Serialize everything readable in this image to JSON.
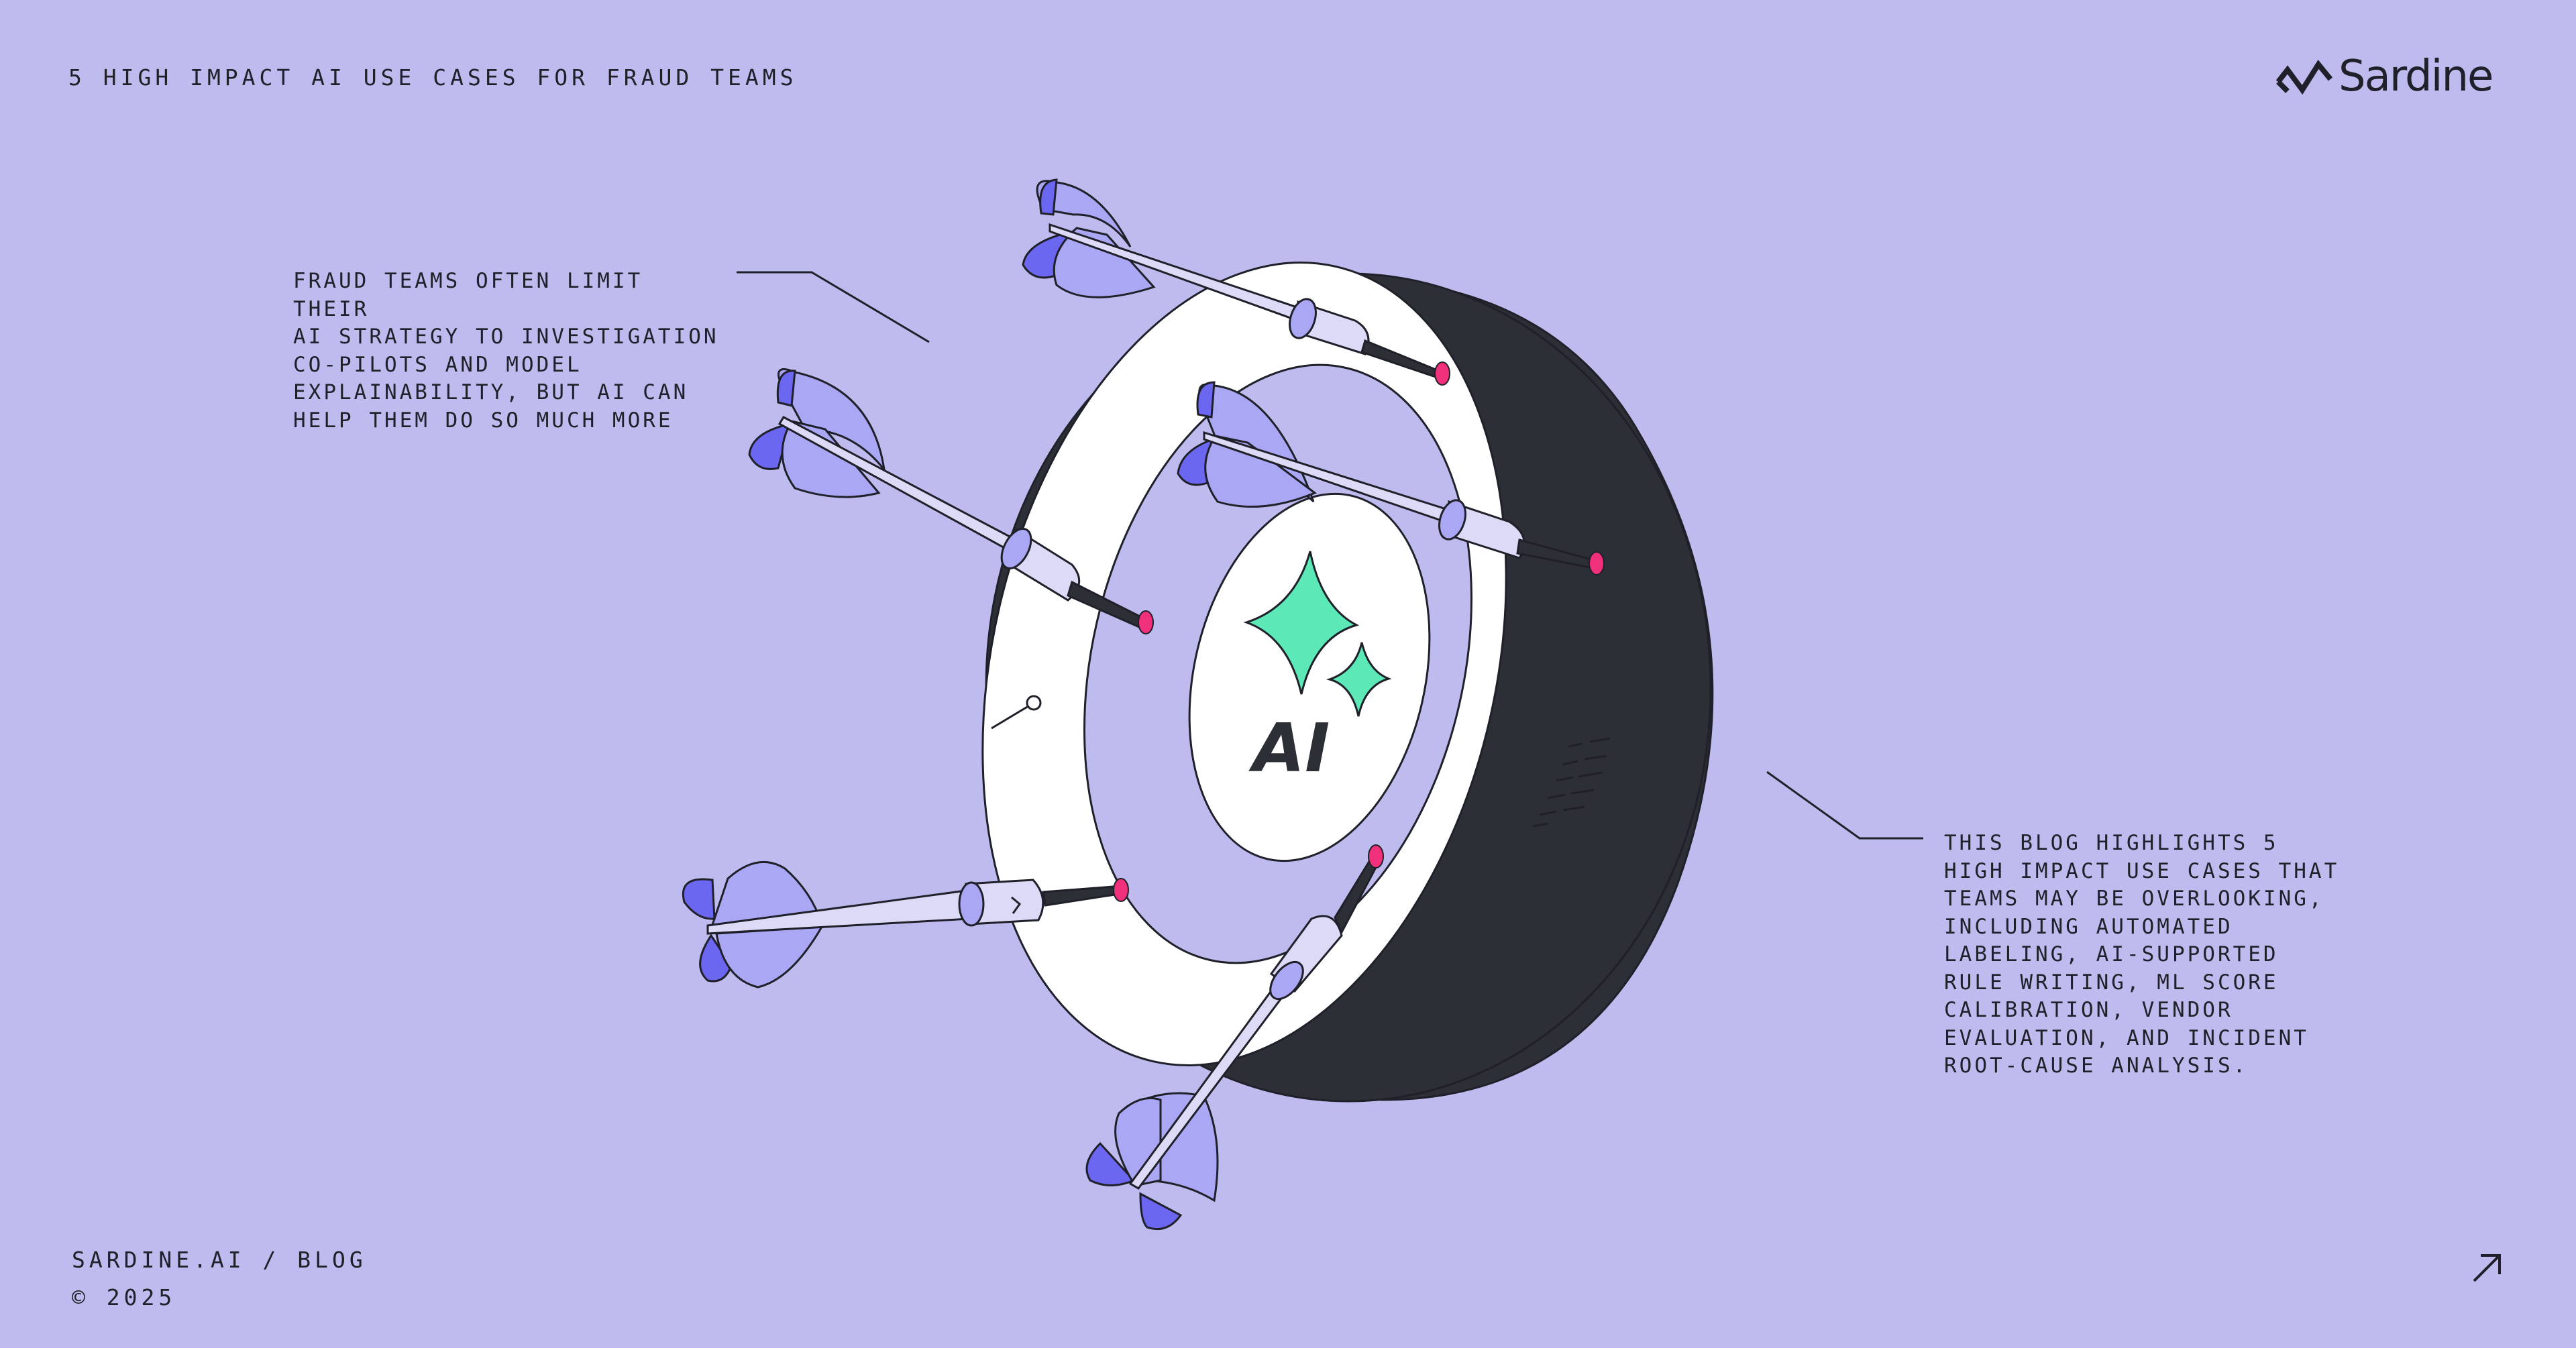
{
  "header": {
    "title": "5 HIGH IMPACT AI USE CASES FOR FRAUD TEAMS"
  },
  "logo": {
    "text": "Sardine",
    "icon": "sardine-logo-icon"
  },
  "callout_left": {
    "lines": [
      "FRAUD TEAMS OFTEN LIMIT THEIR",
      "AI STRATEGY TO INVESTIGATION",
      "CO-PILOTS AND MODEL",
      "EXPLAINABILITY, BUT AI CAN",
      "HELP THEM DO SO MUCH MORE"
    ]
  },
  "callout_right": {
    "lines": [
      "THIS BLOG HIGHLIGHTS 5",
      "HIGH IMPACT USE CASES THAT",
      "TEAMS MAY BE OVERLOOKING,",
      "INCLUDING AUTOMATED",
      "LABELING, AI-SUPPORTED",
      "RULE WRITING, ML SCORE",
      "CALIBRATION, VENDOR",
      "EVALUATION, AND INCIDENT",
      "ROOT-CAUSE ANALYSIS."
    ]
  },
  "illustration": {
    "center_label": "AI",
    "icons": [
      "dartboard-icon",
      "dart-icon",
      "sparkle-icon"
    ]
  },
  "footer": {
    "site": "SARDINE.AI / BLOG",
    "copyright": "© 2025",
    "arrow_icon": "arrow-up-right-icon"
  },
  "colors": {
    "background": "#bebbee",
    "ink": "#1f2029",
    "board_face": "#ffffff",
    "board_side": "#2d2f36",
    "dart_flight_light": "#aaa8f5",
    "dart_flight_dark": "#6b67f0",
    "dart_shaft": "#dcdaf6",
    "dart_tip": "#f0307a",
    "sparkle": "#5ce8b7"
  }
}
